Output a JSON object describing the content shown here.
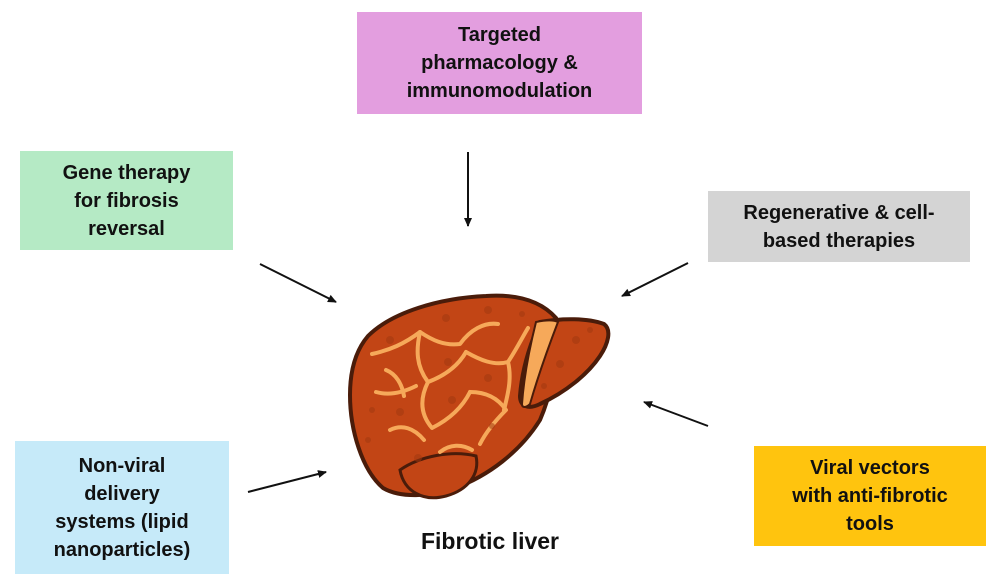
{
  "boxes": {
    "pharma": {
      "label": "Targeted\npharmacology &\nimmunomodulation",
      "color": "#E39EDF"
    },
    "gene": {
      "label": "Gene therapy\nfor fibrosis\nreversal",
      "color": "#B5EAC5"
    },
    "regen": {
      "label": "Regenerative & cell-\nbased therapies",
      "color": "#D4D4D4"
    },
    "nonviral": {
      "label": "Non-viral\ndelivery\nsystems (lipid\nnanoparticles)",
      "color": "#C6EAF9"
    },
    "viral": {
      "label": "Viral vectors\nwith anti-fibrotic\ntools",
      "color": "#FFC40E"
    }
  },
  "center": {
    "caption": "Fibrotic liver",
    "liver_color": "#C24515",
    "vein_color": "#F6A95A",
    "outline_color": "#4A1C0A"
  }
}
